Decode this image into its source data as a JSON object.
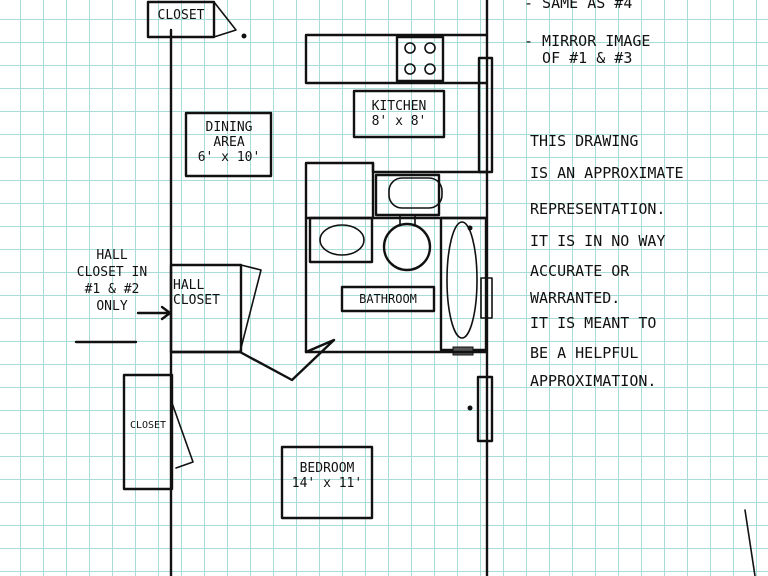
{
  "rooms": {
    "closet_top": "CLOSET",
    "dining_area": "DINING\nAREA\n6' x 10'",
    "kitchen": "KITCHEN\n8' x 8'",
    "hall_closet": "HALL\nCLOSET",
    "bathroom": "BATHROOM",
    "closet_left": "CLOSET",
    "bedroom": "BEDROOM\n14' x 11'"
  },
  "side_note": {
    "hall_closet_in": "HALL\nCLOSET IN\n#1 & #2\nONLY"
  },
  "notes_top": {
    "same_as": "- SAME AS #4",
    "mirror": "- MIRROR IMAGE\n  OF #1 & #3"
  },
  "disclaimer": [
    "THIS DRAWING",
    "IS AN APPROXIMATE",
    "REPRESENTATION.",
    "IT IS IN NO WAY",
    "ACCURATE OR",
    "WARRANTED.",
    "IT IS MEANT TO",
    "BE A HELPFUL",
    "APPROXIMATION."
  ]
}
